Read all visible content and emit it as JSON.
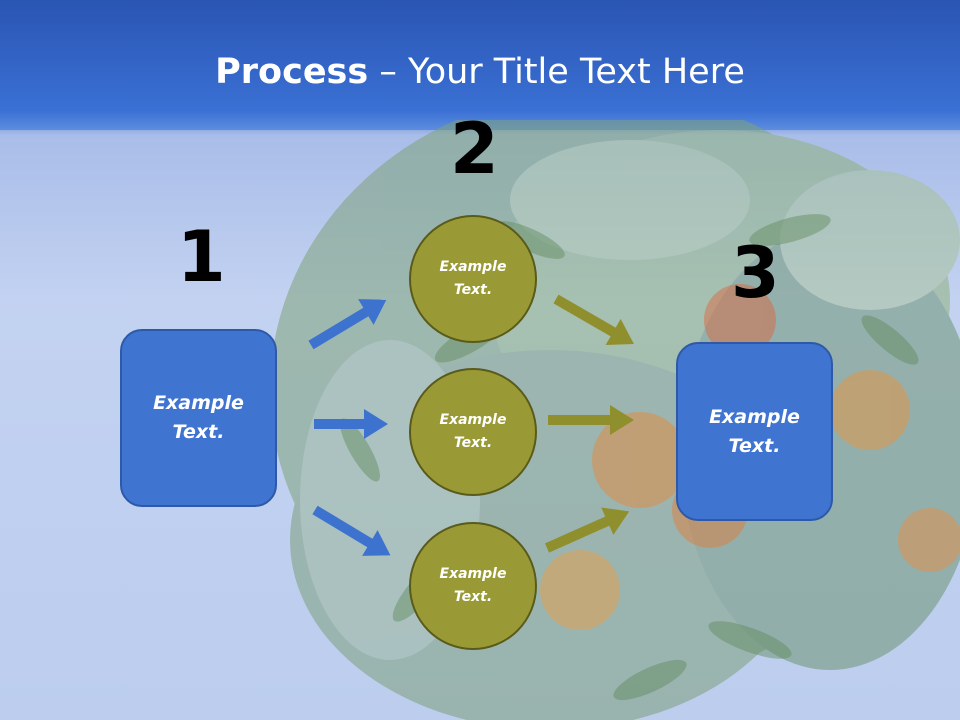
{
  "title": {
    "bold": "Process",
    "rest": " – Your Title Text Here"
  },
  "steps": {
    "one": "1",
    "two": "2",
    "three": "3"
  },
  "nodes": {
    "start": "Example Text.",
    "circle_top": "Example Text.",
    "circle_middle": "Example Text.",
    "circle_bottom": "Example Text.",
    "end": "Example Text."
  },
  "colors": {
    "blue_box": "#3f74d0",
    "olive_circle": "#999a35",
    "blue_arrow": "#3d73cf",
    "olive_arrow": "#8f8f2e"
  }
}
